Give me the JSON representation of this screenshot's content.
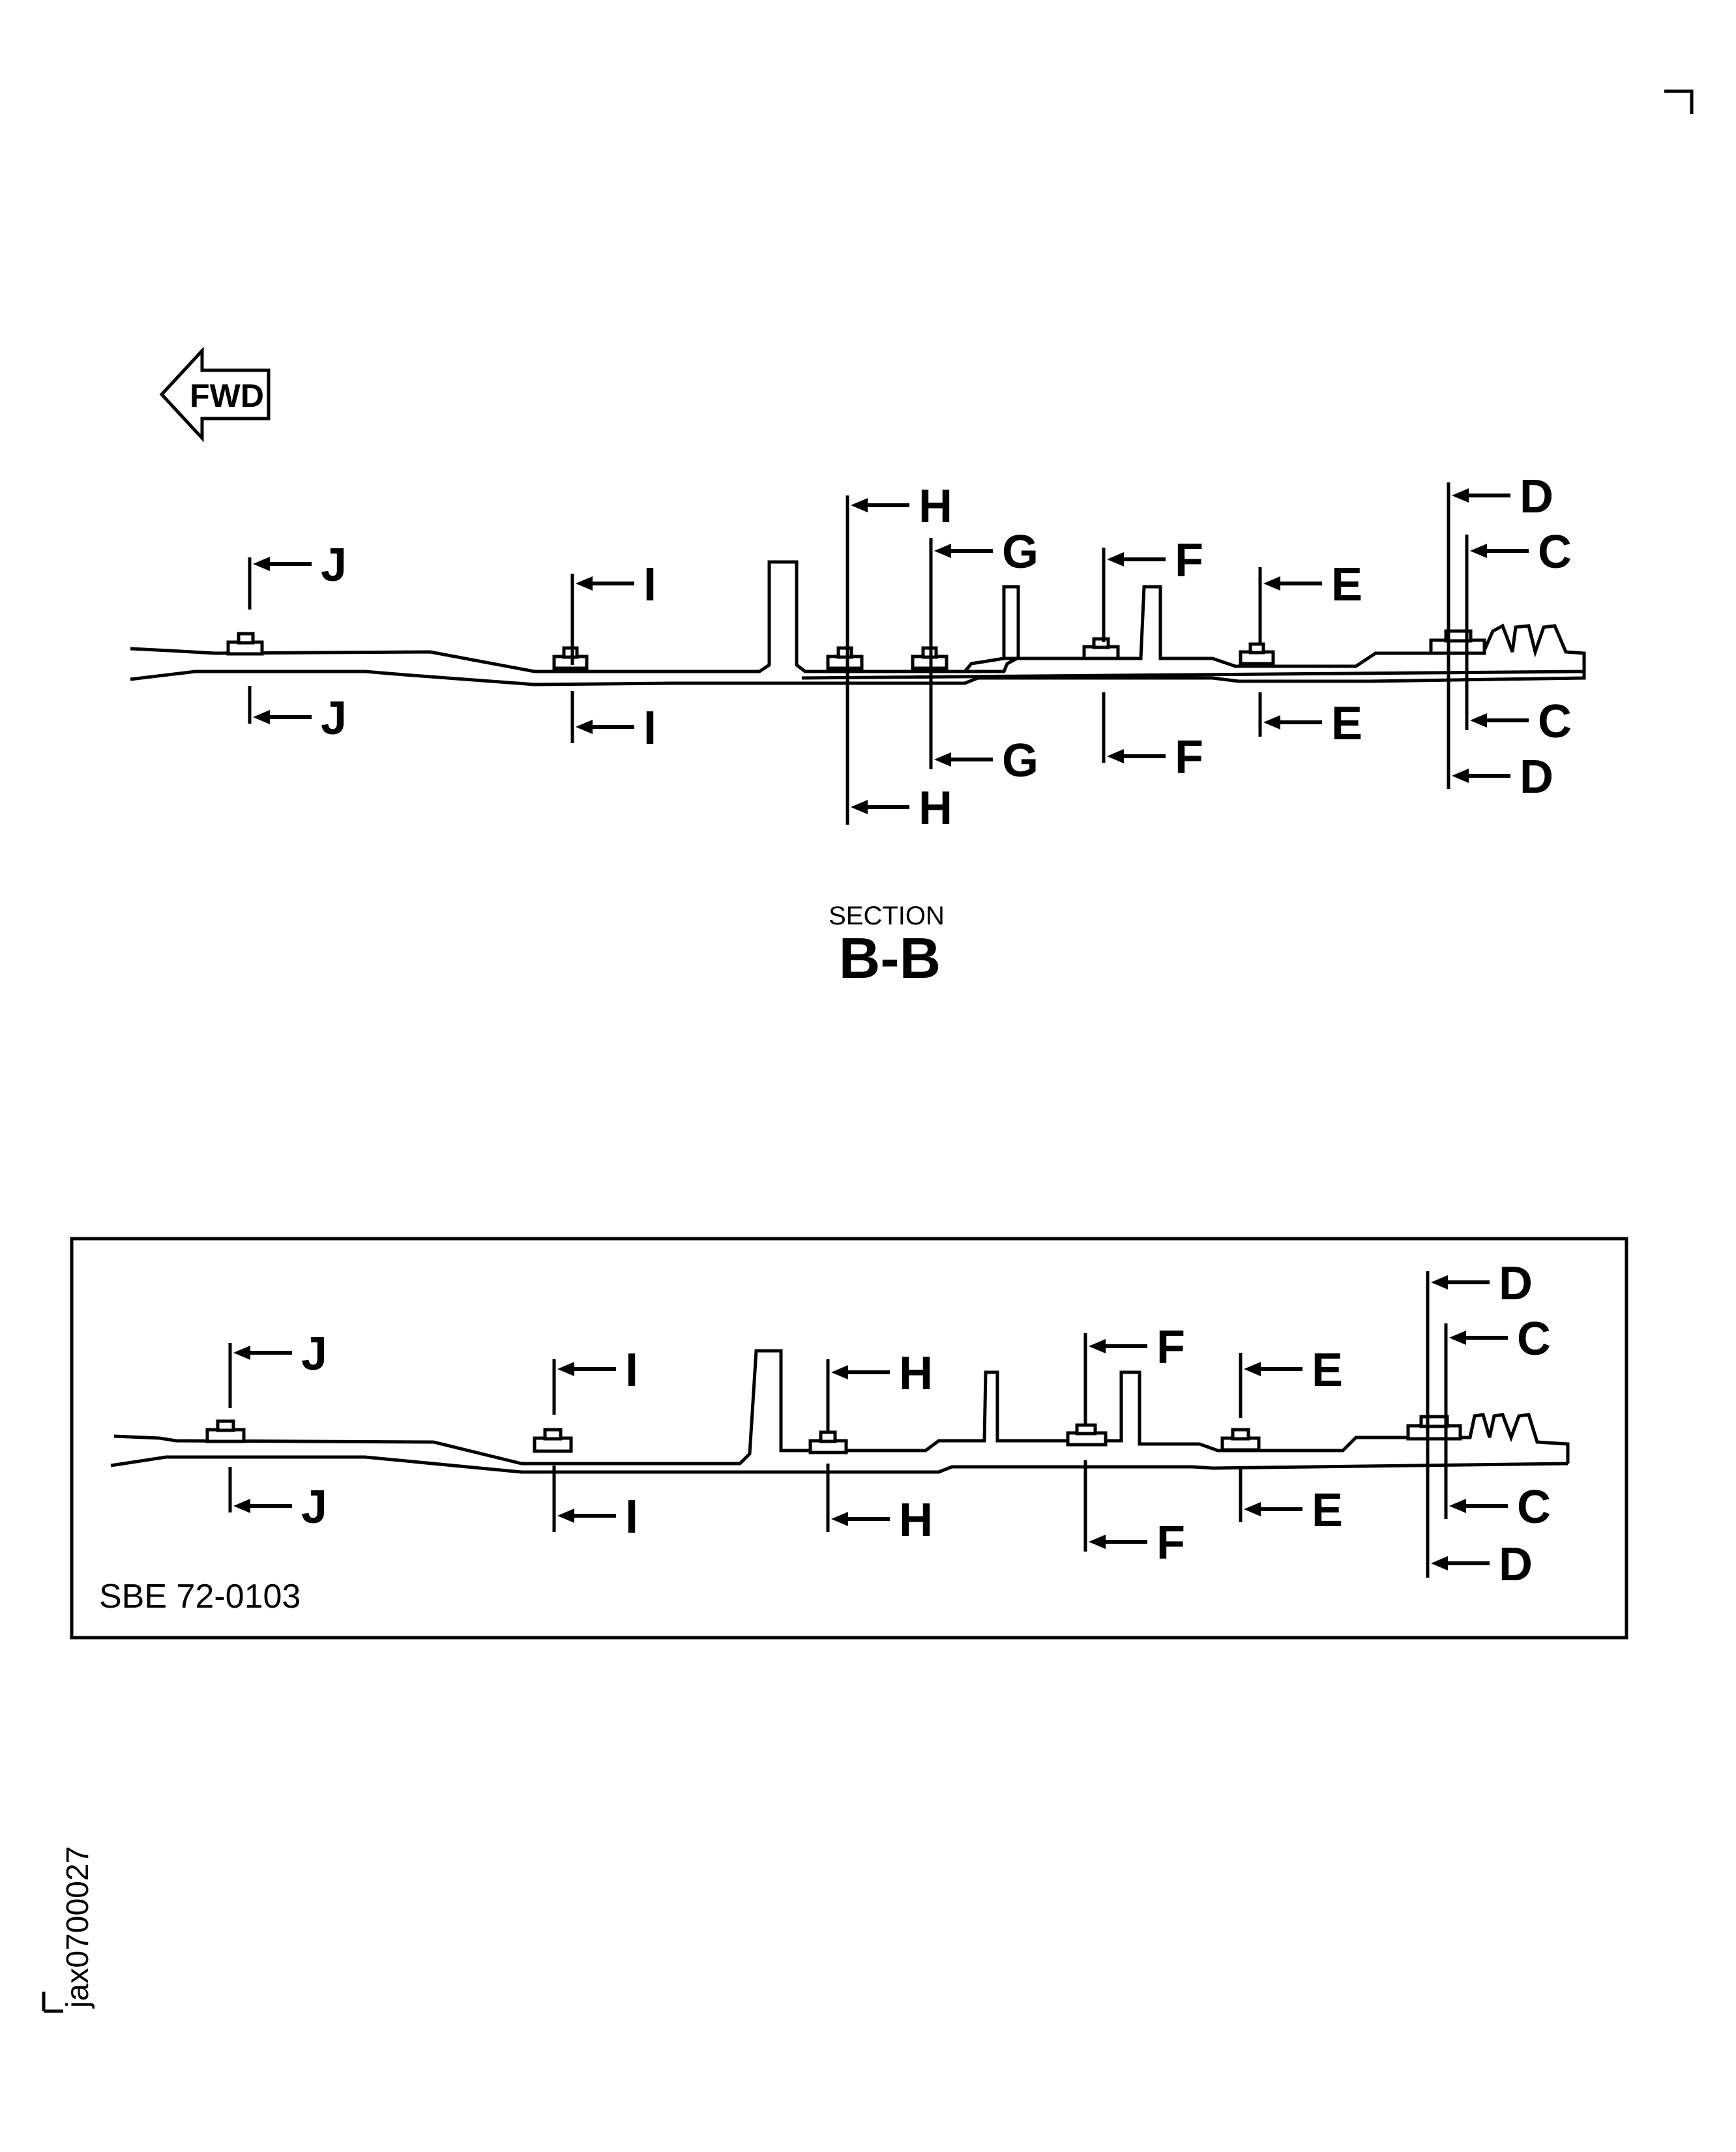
{
  "fwd_arrow": {
    "label": "FWD"
  },
  "section": {
    "label": "SECTION",
    "title": "B-B"
  },
  "top_view": {
    "cuts": [
      {
        "letter": "J"
      },
      {
        "letter": "I"
      },
      {
        "letter": "H"
      },
      {
        "letter": "G"
      },
      {
        "letter": "F"
      },
      {
        "letter": "E"
      },
      {
        "letter": "D"
      },
      {
        "letter": "C"
      }
    ]
  },
  "sbe_view": {
    "caption": "SBE 72-0103",
    "cuts": [
      {
        "letter": "J"
      },
      {
        "letter": "I"
      },
      {
        "letter": "H"
      },
      {
        "letter": "F"
      },
      {
        "letter": "E"
      },
      {
        "letter": "D"
      },
      {
        "letter": "C"
      }
    ]
  },
  "figure_id": "jax0700027",
  "colors": {
    "line": "#000000",
    "background": "#ffffff"
  }
}
